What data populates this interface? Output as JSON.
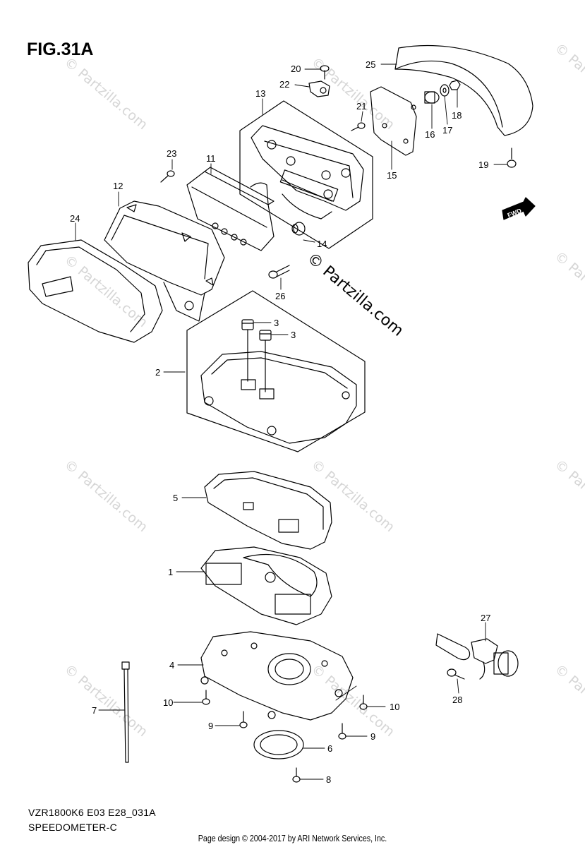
{
  "figure": {
    "title": "FIG.31A",
    "model_code": "VZR1800K6 E03 E28_031A",
    "section_name": "SPEEDOMETER-C",
    "footer": "Page design © 2004-2017 by ARI Network Services, Inc.",
    "watermark": "© Partzilla.com",
    "fwd_label": "FWD"
  },
  "callouts": [
    {
      "id": "20",
      "label": "20"
    },
    {
      "id": "22",
      "label": "22"
    },
    {
      "id": "25",
      "label": "25"
    },
    {
      "id": "13",
      "label": "13"
    },
    {
      "id": "21",
      "label": "21"
    },
    {
      "id": "18",
      "label": "18"
    },
    {
      "id": "16",
      "label": "16"
    },
    {
      "id": "17",
      "label": "17"
    },
    {
      "id": "15",
      "label": "15"
    },
    {
      "id": "19",
      "label": "19"
    },
    {
      "id": "23",
      "label": "23"
    },
    {
      "id": "11",
      "label": "11"
    },
    {
      "id": "12",
      "label": "12"
    },
    {
      "id": "24",
      "label": "24"
    },
    {
      "id": "14",
      "label": "14"
    },
    {
      "id": "26",
      "label": "26"
    },
    {
      "id": "3a",
      "label": "3"
    },
    {
      "id": "3b",
      "label": "3"
    },
    {
      "id": "2",
      "label": "2"
    },
    {
      "id": "5",
      "label": "5"
    },
    {
      "id": "1",
      "label": "1"
    },
    {
      "id": "27",
      "label": "27"
    },
    {
      "id": "4",
      "label": "4"
    },
    {
      "id": "28",
      "label": "28"
    },
    {
      "id": "10a",
      "label": "10"
    },
    {
      "id": "10b",
      "label": "10"
    },
    {
      "id": "7",
      "label": "7"
    },
    {
      "id": "9a",
      "label": "9"
    },
    {
      "id": "9b",
      "label": "9"
    },
    {
      "id": "6",
      "label": "6"
    },
    {
      "id": "8",
      "label": "8"
    }
  ]
}
